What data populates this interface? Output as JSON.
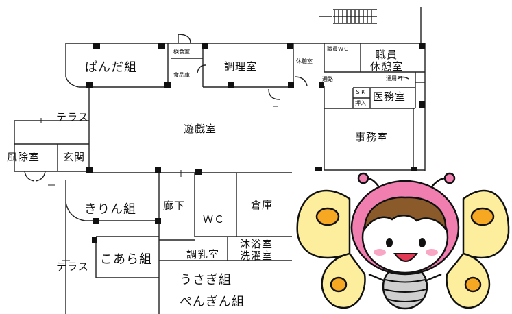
{
  "floor_plan": {
    "rooms": {
      "panda": "ぱんだ組",
      "inspection": "検食室",
      "pantry": "食品庫",
      "kitchen": "調理室",
      "rest_room_small": "休憩室",
      "staff_wc": "職員ＷＣ",
      "staff_rest": "職員\n休憩室",
      "passage": "通路",
      "service_entrance": "通用口",
      "sk": "ＳＫ",
      "storage_small": "押入",
      "medical": "医務室",
      "playroom": "遊戯室",
      "office": "事務室",
      "windbreak": "風除室",
      "entrance": "玄関",
      "terrace_top": "テラス",
      "terrace_bottom": "テラス",
      "kirin": "きりん組",
      "corridor": "廊下",
      "wc": "ＷＣ",
      "storeroom": "倉庫",
      "koala": "こあら組",
      "formula_room": "調乳室",
      "bath_laundry": "沐浴室\n洗濯室",
      "usagi": "うさぎ組",
      "penguin": "ぺんぎん組"
    }
  },
  "mascot": {
    "icon": "butterfly-character-icon",
    "colors": {
      "wing": "#fcee9c",
      "wing_spot": "#f7a823",
      "hood": "#f07fb0",
      "hair": "#8b5a2b",
      "face": "#ffffff",
      "cheek": "#f8a6c4",
      "body": "#cfcfcf",
      "outline": "#111111"
    }
  }
}
